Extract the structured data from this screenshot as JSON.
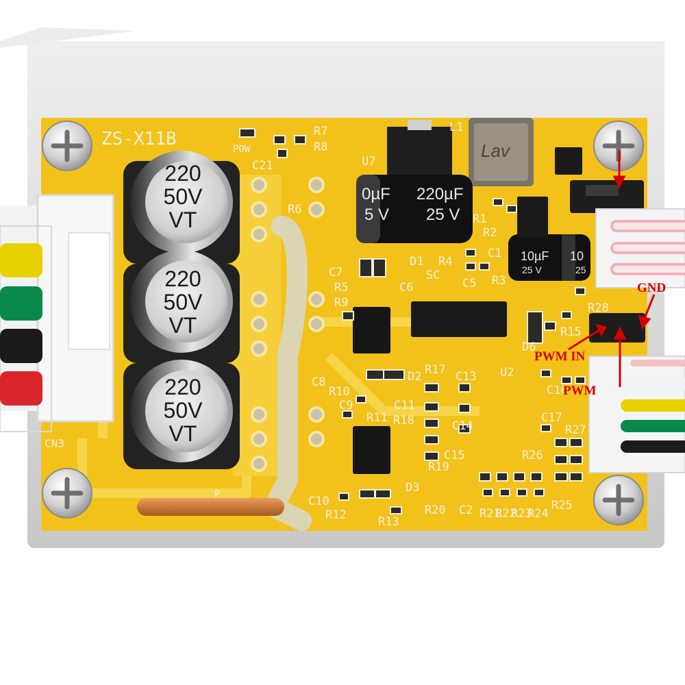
{
  "board": {
    "model_label": "ZS-X11B",
    "pow_label": "POW",
    "cn3_label": "CN3",
    "inductor_label": "Lav",
    "p_label": "P"
  },
  "capacitors": {
    "large": [
      {
        "value": "220",
        "voltage": "50V",
        "series": "VT"
      },
      {
        "value": "220",
        "voltage": "50V",
        "series": "VT"
      },
      {
        "value": "220",
        "voltage": "50V",
        "series": "VT"
      }
    ],
    "mid": {
      "value_left": "0µF",
      "value_right": "220µF",
      "voltage_left": "5 V",
      "voltage_right": "25 V"
    },
    "small": {
      "value": "10µF",
      "voltage": "25 V",
      "extra": "10",
      "extra_v": "25"
    }
  },
  "silkscreen": {
    "refs": [
      "R7",
      "R8",
      "C21",
      "R6",
      "U7",
      "L1",
      "R1",
      "R2",
      "C1",
      "R4",
      "R3",
      "SC",
      "R5",
      "R9",
      "C6",
      "C7",
      "C8",
      "R10",
      "C9",
      "R11",
      "R18",
      "R17",
      "C13",
      "U2",
      "C14",
      "C15",
      "R19",
      "D3",
      "R20",
      "C10",
      "R12",
      "R13",
      "C2",
      "R21",
      "R22",
      "R23",
      "R24",
      "R25",
      "R26",
      "R27",
      "R28",
      "R15",
      "D6",
      "D1",
      "D2",
      "C5",
      "C11",
      "C17",
      "C16"
    ]
  },
  "annotations": {
    "gnd": "GND",
    "pwm_in": "PWM IN",
    "pwm": "PWM"
  },
  "colors": {
    "pcb": "#f2c21a",
    "pcb_trace": "#f7d54a",
    "heatsink": "#dedede",
    "connector": "#f6f6f6",
    "wire_yellow": "#e8d100",
    "wire_green": "#0a8a4a",
    "wire_black": "#1b1b1b",
    "wire_red": "#d9262a",
    "annotation": "#d40000"
  }
}
